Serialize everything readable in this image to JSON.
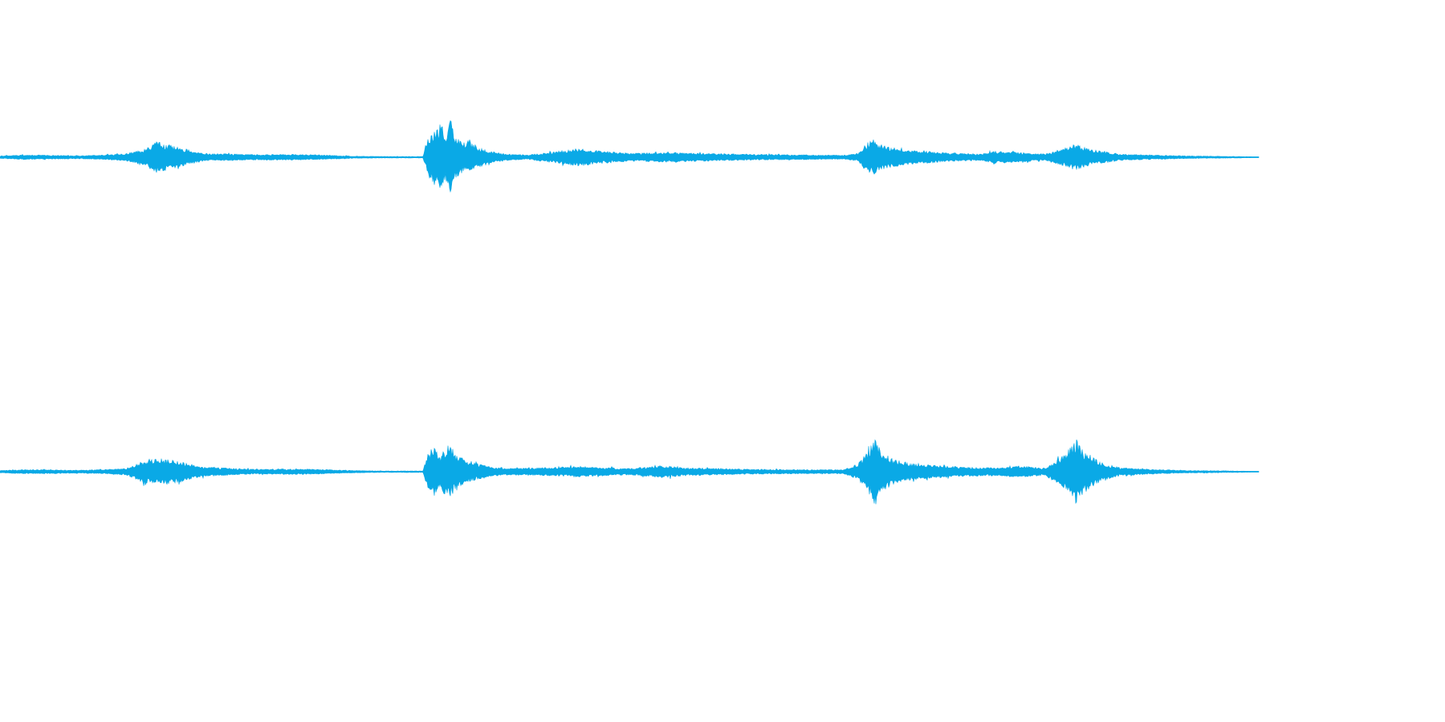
{
  "waveform": {
    "channel_count": 2,
    "waveform_color": "#0aa9e6",
    "background_color": "#ffffff",
    "channels": [
      {
        "name": "left",
        "envelope": [
          [
            0.0,
            0.03
          ],
          [
            0.02,
            0.06
          ],
          [
            0.04,
            0.05
          ],
          [
            0.06,
            0.04
          ],
          [
            0.08,
            0.05
          ],
          [
            0.1,
            0.09
          ],
          [
            0.115,
            0.2
          ],
          [
            0.125,
            0.38
          ],
          [
            0.135,
            0.3
          ],
          [
            0.148,
            0.2
          ],
          [
            0.16,
            0.1
          ],
          [
            0.2,
            0.07
          ],
          [
            0.24,
            0.07
          ],
          [
            0.262,
            0.05
          ],
          [
            0.28,
            0.03
          ],
          [
            0.3,
            0.02
          ],
          [
            0.336,
            0.02
          ],
          [
            0.34,
            0.45
          ],
          [
            0.345,
            0.7
          ],
          [
            0.35,
            0.8
          ],
          [
            0.355,
            0.6
          ],
          [
            0.358,
            0.95
          ],
          [
            0.362,
            0.55
          ],
          [
            0.368,
            0.35
          ],
          [
            0.372,
            0.4
          ],
          [
            0.38,
            0.25
          ],
          [
            0.39,
            0.15
          ],
          [
            0.4,
            0.08
          ],
          [
            0.42,
            0.06
          ],
          [
            0.44,
            0.14
          ],
          [
            0.46,
            0.22
          ],
          [
            0.475,
            0.16
          ],
          [
            0.5,
            0.1
          ],
          [
            0.53,
            0.12
          ],
          [
            0.56,
            0.1
          ],
          [
            0.6,
            0.07
          ],
          [
            0.64,
            0.06
          ],
          [
            0.67,
            0.05
          ],
          [
            0.682,
            0.1
          ],
          [
            0.688,
            0.32
          ],
          [
            0.693,
            0.45
          ],
          [
            0.7,
            0.3
          ],
          [
            0.72,
            0.18
          ],
          [
            0.76,
            0.1
          ],
          [
            0.78,
            0.08
          ],
          [
            0.79,
            0.15
          ],
          [
            0.81,
            0.12
          ],
          [
            0.83,
            0.08
          ],
          [
            0.845,
            0.22
          ],
          [
            0.855,
            0.32
          ],
          [
            0.868,
            0.18
          ],
          [
            0.89,
            0.08
          ],
          [
            0.92,
            0.05
          ],
          [
            0.95,
            0.03
          ],
          [
            0.98,
            0.02
          ],
          [
            1.0,
            0.01
          ]
        ]
      },
      {
        "name": "right",
        "envelope": [
          [
            0.0,
            0.03
          ],
          [
            0.02,
            0.05
          ],
          [
            0.04,
            0.05
          ],
          [
            0.06,
            0.04
          ],
          [
            0.08,
            0.05
          ],
          [
            0.1,
            0.08
          ],
          [
            0.115,
            0.28
          ],
          [
            0.13,
            0.32
          ],
          [
            0.145,
            0.25
          ],
          [
            0.16,
            0.12
          ],
          [
            0.2,
            0.06
          ],
          [
            0.24,
            0.07
          ],
          [
            0.262,
            0.05
          ],
          [
            0.28,
            0.03
          ],
          [
            0.3,
            0.02
          ],
          [
            0.336,
            0.02
          ],
          [
            0.34,
            0.45
          ],
          [
            0.345,
            0.6
          ],
          [
            0.35,
            0.4
          ],
          [
            0.356,
            0.7
          ],
          [
            0.362,
            0.45
          ],
          [
            0.372,
            0.25
          ],
          [
            0.39,
            0.12
          ],
          [
            0.4,
            0.08
          ],
          [
            0.44,
            0.1
          ],
          [
            0.46,
            0.14
          ],
          [
            0.48,
            0.1
          ],
          [
            0.5,
            0.08
          ],
          [
            0.525,
            0.15
          ],
          [
            0.545,
            0.1
          ],
          [
            0.6,
            0.06
          ],
          [
            0.64,
            0.05
          ],
          [
            0.67,
            0.05
          ],
          [
            0.682,
            0.2
          ],
          [
            0.688,
            0.45
          ],
          [
            0.695,
            0.8
          ],
          [
            0.7,
            0.5
          ],
          [
            0.71,
            0.3
          ],
          [
            0.725,
            0.2
          ],
          [
            0.76,
            0.12
          ],
          [
            0.79,
            0.1
          ],
          [
            0.81,
            0.14
          ],
          [
            0.83,
            0.09
          ],
          [
            0.845,
            0.4
          ],
          [
            0.855,
            0.8
          ],
          [
            0.862,
            0.5
          ],
          [
            0.875,
            0.22
          ],
          [
            0.89,
            0.1
          ],
          [
            0.92,
            0.05
          ],
          [
            0.95,
            0.03
          ],
          [
            0.98,
            0.02
          ],
          [
            1.0,
            0.01
          ]
        ]
      }
    ]
  }
}
